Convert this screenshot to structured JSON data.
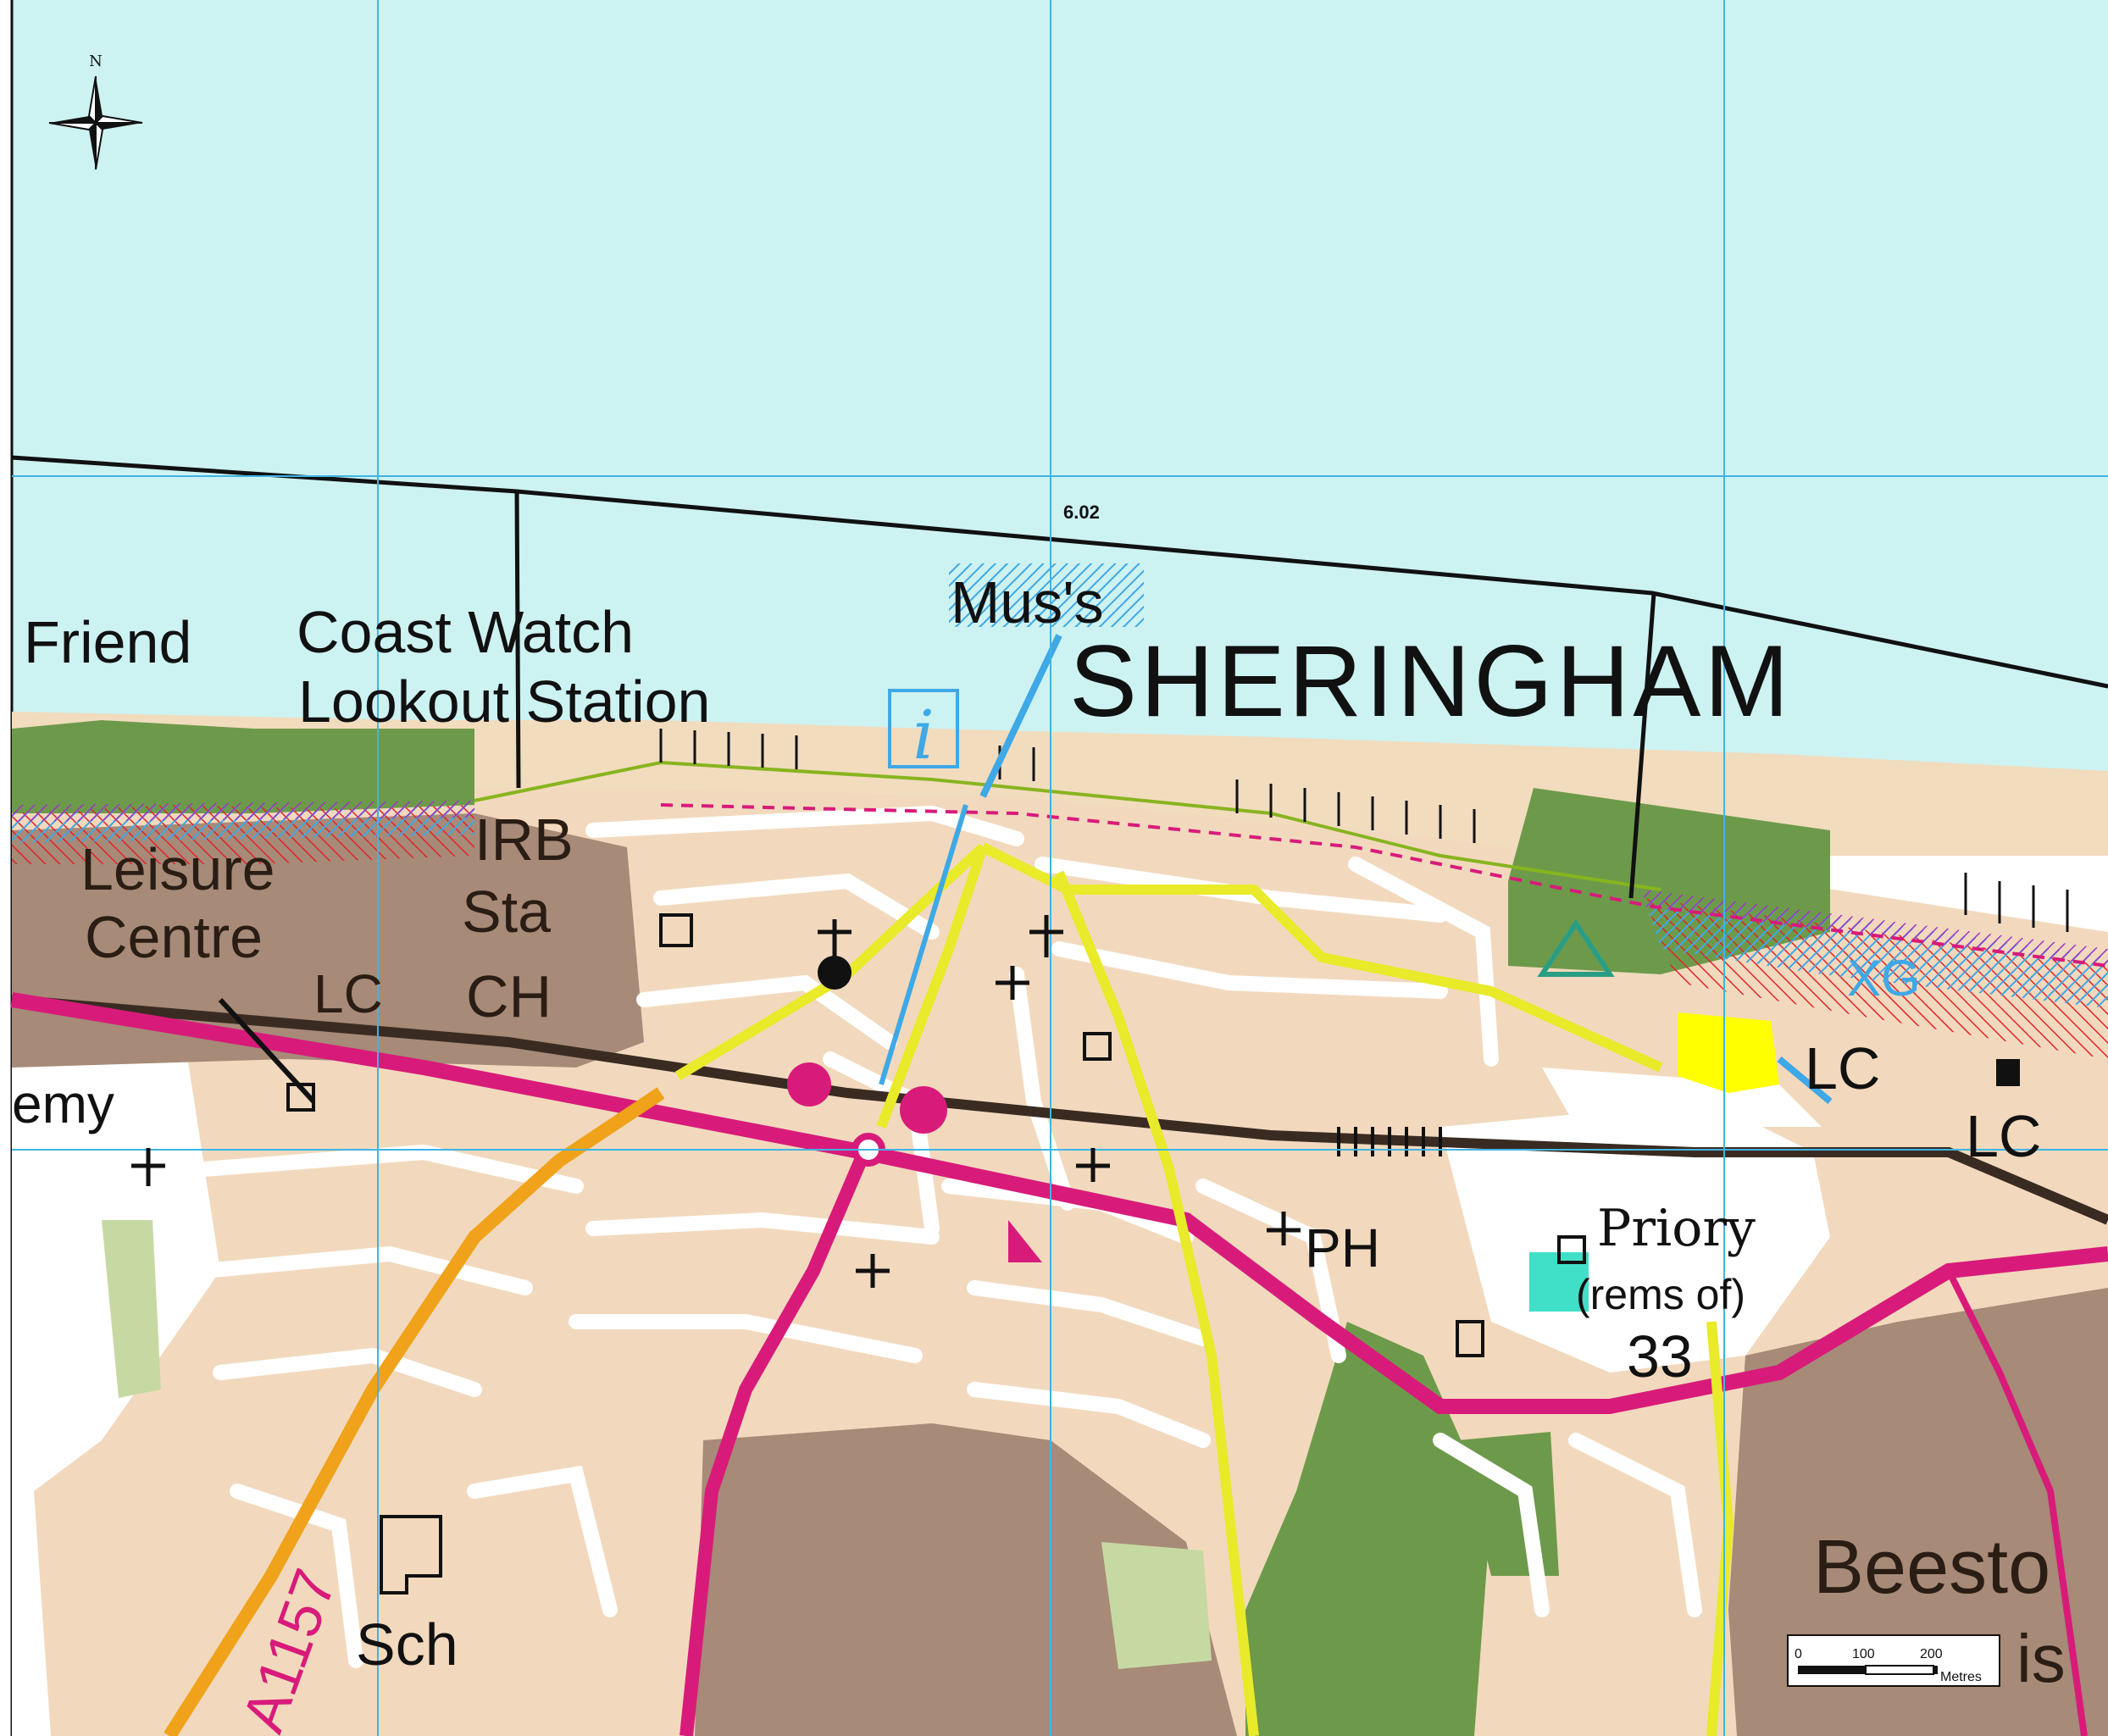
{
  "map": {
    "compass": {
      "letter": "N"
    },
    "grid_color": "#3fb4e6",
    "colors": {
      "sea": "#cdf2f2",
      "beach": "#f2dcbe",
      "town": "#f2d9bd",
      "developed_brown": "#a78a77",
      "woodland_green": "#6d9a4a",
      "a_road": "#d81b7a",
      "b_road": "#f0a21a",
      "minor_road": "#e8ea2a",
      "boundary": "#111111",
      "coast_path": "#88b41f"
    },
    "zone_id": "6.02",
    "place_labels": {
      "friend": "Friend",
      "coast_watch_line1": "Coast Watch",
      "coast_watch_line2": "Lookout Station",
      "mus": "Mus's",
      "town": "SHERINGHAM",
      "leisure_line1": "Leisure",
      "leisure_line2": "Centre",
      "irb": "IRB",
      "sta": "Sta",
      "lc_west": "LC",
      "ch": "CH",
      "emy": "emy",
      "ph": "PH",
      "priory": "Priory",
      "rems": "(rems of)",
      "spot_height": "33",
      "lc_east1": "LC",
      "lc_east2": "LC",
      "road_number": "A1157",
      "sch": "Sch",
      "beeston": "Beesto",
      "regis": "R   is",
      "xg": "XG"
    },
    "scale_bar": {
      "ticks": [
        "0",
        "100",
        "200"
      ],
      "unit": "Metres"
    }
  }
}
